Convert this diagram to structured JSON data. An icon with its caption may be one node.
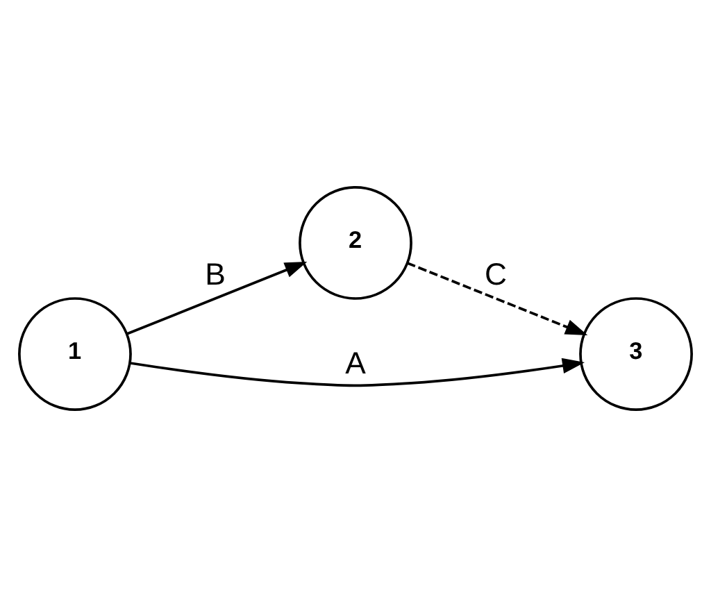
{
  "diagram": {
    "nodes": [
      {
        "text": [
          "1"
        ]
      },
      {
        "text": [
          "2"
        ]
      },
      {
        "text": [
          "3"
        ]
      }
    ],
    "edges": [
      {
        "from": 0,
        "to": 1,
        "arrow": "to",
        "label": "B"
      },
      {
        "from": 1,
        "to": 2,
        "arrow": "to",
        "label": "C",
        "style": "dashed"
      },
      {
        "from": 0,
        "to": 2,
        "arrow": "to",
        "label": "A"
      }
    ]
  }
}
